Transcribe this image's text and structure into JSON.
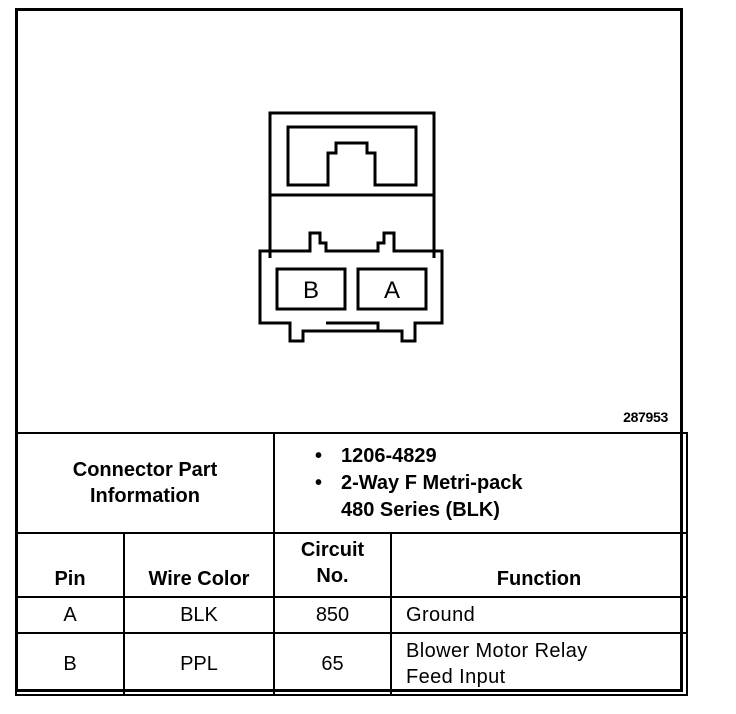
{
  "figure_number": "287953",
  "connector": {
    "pin_labels": [
      "B",
      "A"
    ]
  },
  "part_info": {
    "label_line1": "Connector Part",
    "label_line2": "Information",
    "bullet": "•",
    "part_number": "1206-4829",
    "description_line1": "2-Way F Metri-pack",
    "description_line2": "480 Series (BLK)"
  },
  "table": {
    "headers": {
      "pin": "Pin",
      "wire_color": "Wire Color",
      "circuit_line1": "Circuit",
      "circuit_line2": "No.",
      "function": "Function"
    },
    "rows": [
      {
        "pin": "A",
        "wire_color": "BLK",
        "circuit": "850",
        "function_line1": "Ground",
        "function_line2": ""
      },
      {
        "pin": "B",
        "wire_color": "PPL",
        "circuit": "65",
        "function_line1": "Blower Motor Relay",
        "function_line2": "Feed Input"
      }
    ]
  }
}
